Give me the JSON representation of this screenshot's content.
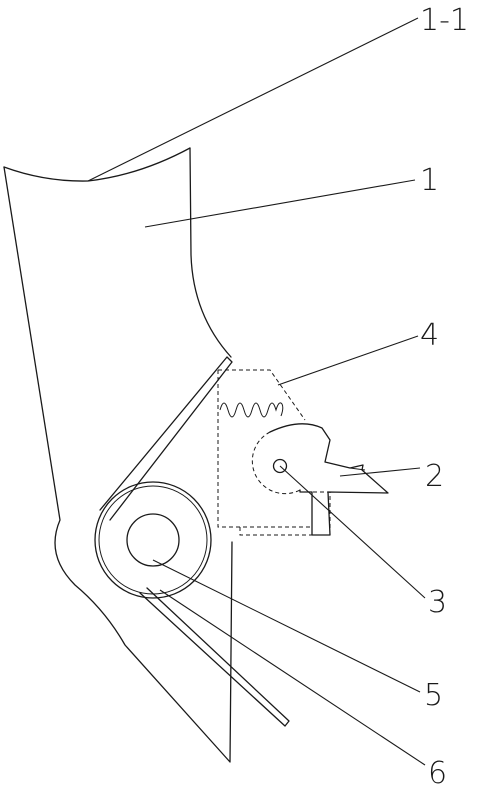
{
  "labels": {
    "part_1_1": "1-1",
    "part_1": "1",
    "part_4": "4",
    "part_2": "2",
    "part_3": "3",
    "part_5": "5",
    "part_6": "6"
  }
}
